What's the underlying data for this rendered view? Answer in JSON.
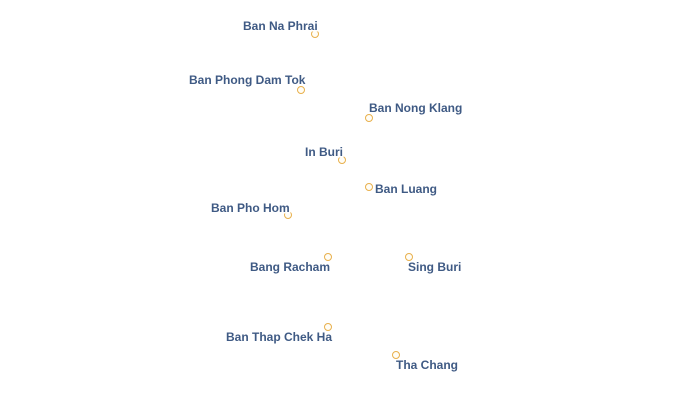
{
  "places": [
    {
      "id": "ban-na-phrai",
      "name": "Ban Na Phrai"
    },
    {
      "id": "ban-phong-dam-tok",
      "name": "Ban Phong Dam Tok"
    },
    {
      "id": "ban-nong-klang",
      "name": "Ban Nong Klang"
    },
    {
      "id": "in-buri",
      "name": "In Buri"
    },
    {
      "id": "ban-luang",
      "name": "Ban Luang"
    },
    {
      "id": "ban-pho-hom",
      "name": "Ban Pho Hom"
    },
    {
      "id": "bang-racham",
      "name": "Bang Racham"
    },
    {
      "id": "sing-buri",
      "name": "Sing Buri"
    },
    {
      "id": "ban-thap-chek-ha",
      "name": "Ban Thap Chek Ha"
    },
    {
      "id": "tha-chang",
      "name": "Tha Chang"
    }
  ],
  "colors": {
    "label": "#3f5a84",
    "label_halo": "#ffffff",
    "marker_stroke": "#e8b04c",
    "background": "#ffffff"
  }
}
